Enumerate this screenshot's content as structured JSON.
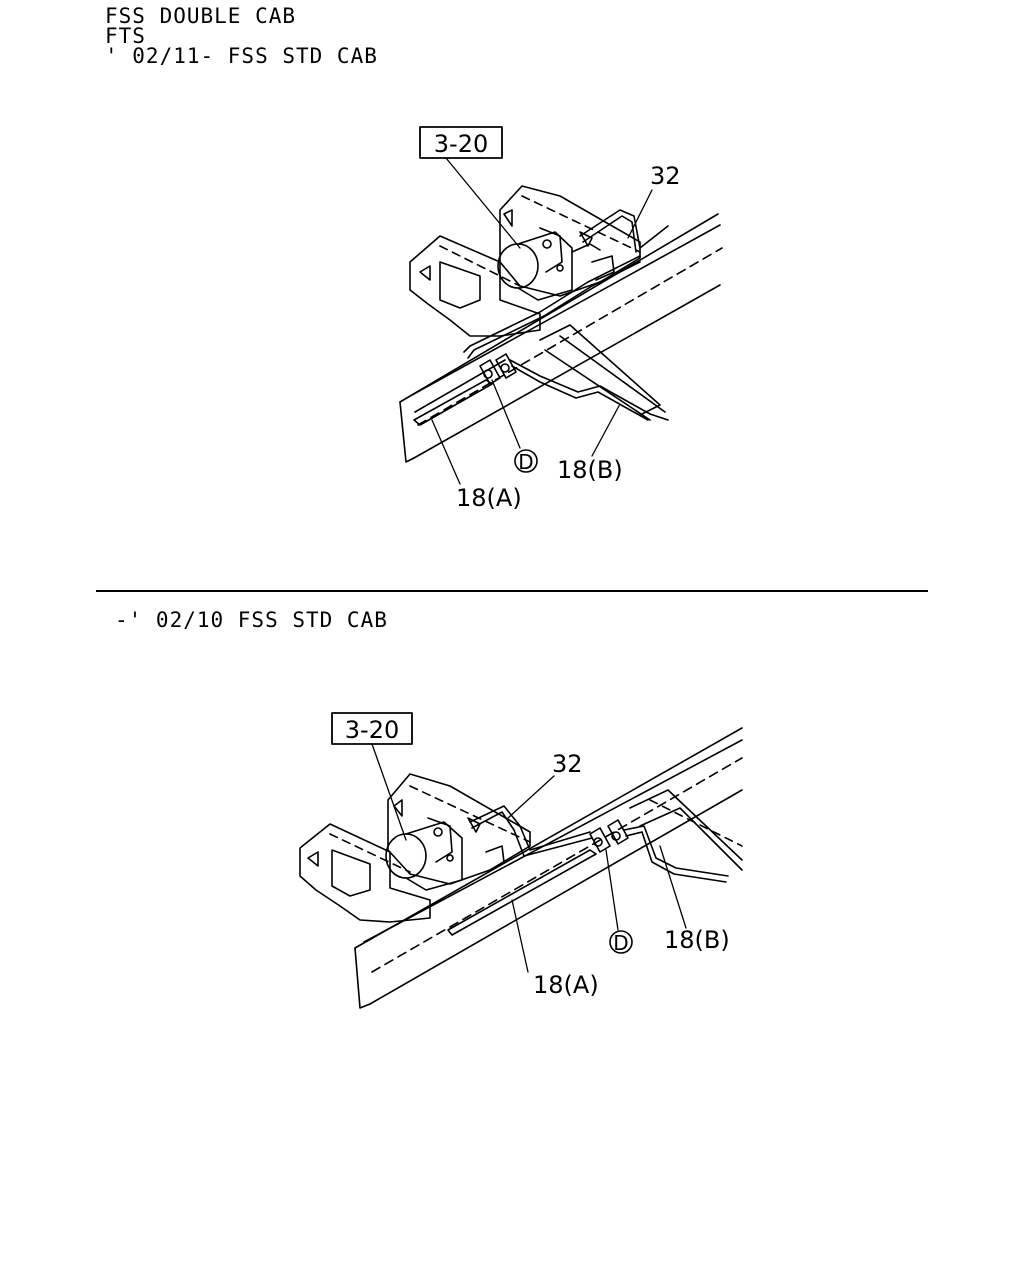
{
  "header": {
    "line1": "FSS DOUBLE CAB",
    "line2": "FTS",
    "line3": "' 02/11- FSS STD CAB"
  },
  "section2": {
    "title": "-' 02/10 FSS STD CAB"
  },
  "diagram_top": {
    "ref_box": "3-20",
    "label_32": "32",
    "label_D": "D",
    "label_18A": "18(A)",
    "label_18B": "18(B)"
  },
  "diagram_bottom": {
    "ref_box": "3-20",
    "label_32": "32",
    "label_D": "D",
    "label_18A": "18(A)",
    "label_18B": "18(B)"
  }
}
